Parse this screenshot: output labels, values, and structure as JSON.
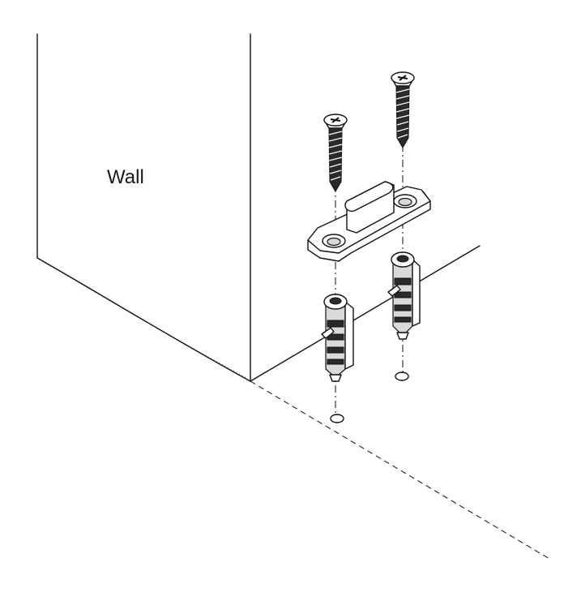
{
  "diagram": {
    "wall_label": "Wall",
    "parts": [
      "wall",
      "floor",
      "door-stop-plate",
      "screw",
      "screw",
      "wall-plug",
      "wall-plug",
      "drill-hole",
      "drill-hole"
    ]
  },
  "colors": {
    "line": "#111111",
    "background": "#ffffff",
    "shade": "#d9d9d9"
  }
}
